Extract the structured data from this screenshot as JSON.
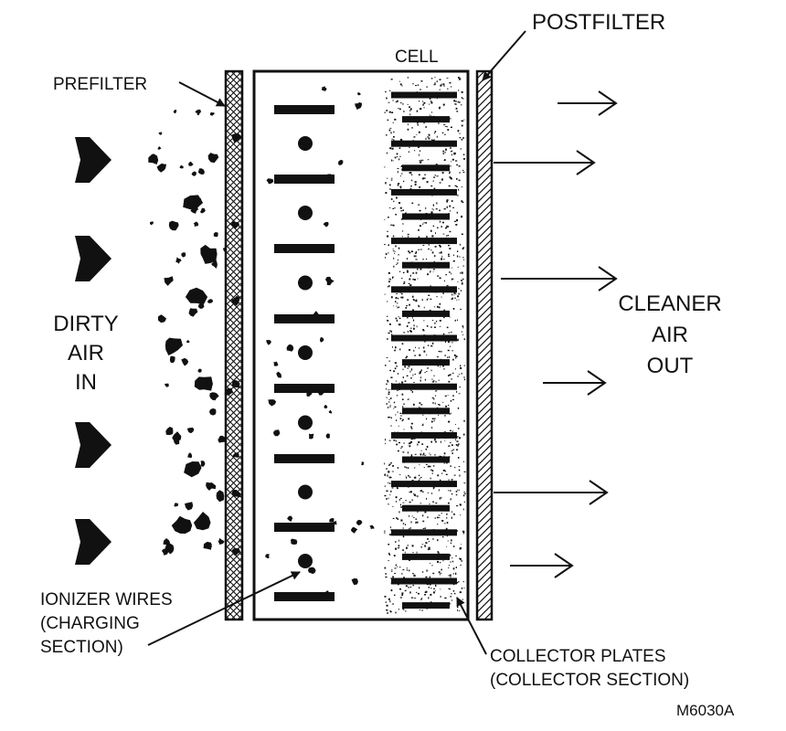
{
  "labels": {
    "prefilter": "PREFILTER",
    "cell": "CELL",
    "postfilter": "POSTFILTER",
    "dirty_air_in": [
      "DIRTY",
      "AIR",
      "IN"
    ],
    "cleaner_air_out": [
      "CLEANER",
      "AIR",
      "OUT"
    ],
    "ionizer": [
      "IONIZER WIRES",
      "(CHARGING",
      "SECTION)"
    ],
    "collector": [
      "COLLECTOR PLATES",
      "(COLLECTOR SECTION)"
    ],
    "figure_code": "M6030A"
  },
  "colors": {
    "ink": "#111111",
    "paper": "#ffffff"
  }
}
